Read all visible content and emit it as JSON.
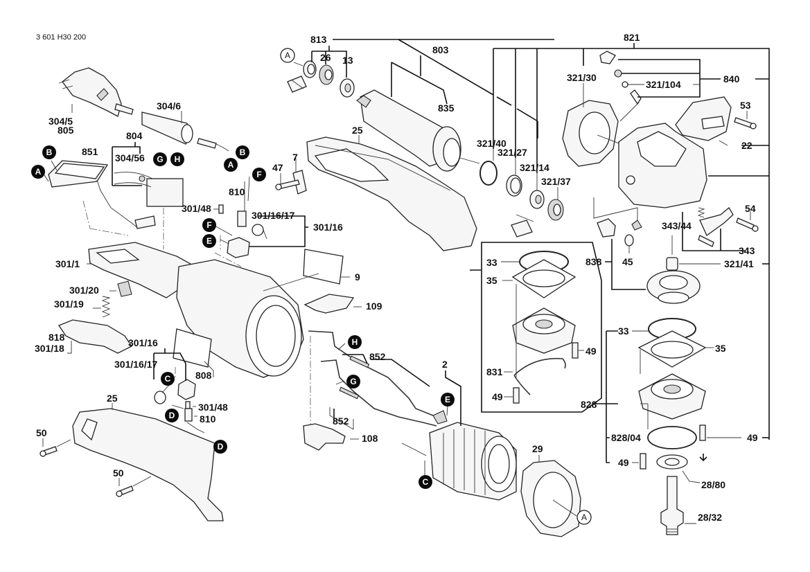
{
  "document": {
    "drawing_number": "3 601 H30 200",
    "type": "exploded parts diagram",
    "product": "angle grinder"
  },
  "labels": {
    "l813": "813",
    "l803": "803",
    "l821": "821",
    "l840": "840",
    "l26": "26",
    "l13": "13",
    "l835": "835",
    "l25a": "25",
    "l7": "7",
    "l47": "47",
    "l321_30": "321/30",
    "l321_104": "321/104",
    "l53": "53",
    "l22": "22",
    "l321_40": "321/40",
    "l321_27": "321/27",
    "l321_14": "321/14",
    "l321_37": "321/37",
    "l304_6": "304/6",
    "l304_5": "304/5",
    "l805": "805",
    "l804": "804",
    "l851": "851",
    "l304_56": "304/56",
    "l810a": "810",
    "l301_48a": "301/48",
    "l301_16_17a": "301/16/17",
    "l301_16a": "301/16",
    "l301_1": "301/1",
    "l9": "9",
    "l109": "109",
    "l301_20": "301/20",
    "l301_19": "301/19",
    "l818": "818",
    "l301_18": "301/18",
    "l301_16b": "301/16",
    "l301_16_17b": "301/16/17",
    "l808": "808",
    "l301_48b": "301/48",
    "l810b": "810",
    "l25b": "25",
    "l50a": "50",
    "l50b": "50",
    "l852a": "852",
    "l852b": "852",
    "l2": "2",
    "l108": "108",
    "l29": "29",
    "l343_44": "343/44",
    "l343": "343",
    "l54": "54",
    "l838": "838",
    "l45": "45",
    "l321_41": "321/41",
    "l33a": "33",
    "l35a": "35",
    "l49a": "49",
    "l831": "831",
    "l49b": "49",
    "l33b": "33",
    "l35b": "35",
    "l828": "828",
    "l828_04": "828/04",
    "l49c": "49",
    "l49d": "49",
    "l28_80": "28/80",
    "l28_32": "28/32"
  },
  "connectors": {
    "A": "A",
    "B": "B",
    "C": "C",
    "D": "D",
    "E": "E",
    "F": "F",
    "G": "G",
    "H": "H"
  }
}
